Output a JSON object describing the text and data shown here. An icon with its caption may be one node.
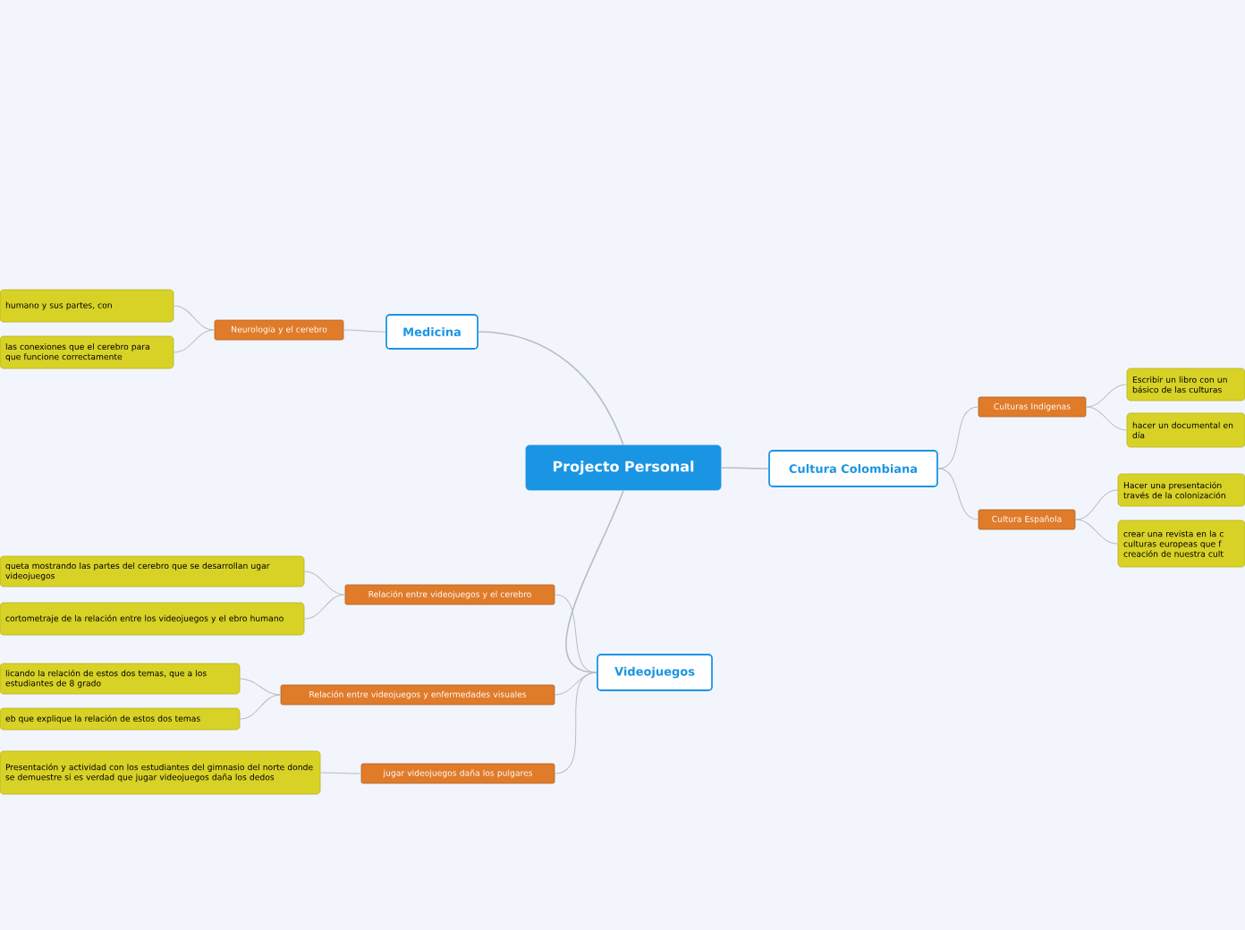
{
  "diagram": {
    "nodes": [
      {
        "text": [
          "Projecto Personal"
        ]
      },
      {
        "text": [
          "Medicina"
        ]
      },
      {
        "text": [
          "Cultura Colombiana"
        ]
      },
      {
        "text": [
          "Videojuegos"
        ]
      },
      {
        "text": [
          "Neurologia y el cerebro"
        ]
      },
      {
        "text": [
          "humano y sus partes, con"
        ]
      },
      {
        "text": [
          "las conexiones que el cerebro para que funcione correctamente"
        ]
      },
      {
        "text": [
          "Culturas Indígenas"
        ]
      },
      {
        "text": [
          "Escribir un libro con un básico de las culturas"
        ]
      },
      {
        "text": [
          "hacer un documental en día"
        ]
      },
      {
        "text": [
          "Cultura Española"
        ]
      },
      {
        "text": [
          "Hacer una presentación través de la colonización"
        ]
      },
      {
        "text": [
          "crear una revista en la c culturas europeas que f creación de nuestra cult"
        ]
      },
      {
        "text": [
          "Relación entre videojuegos y el cerebro"
        ]
      },
      {
        "text": [
          "queta mostrando las partes del cerebro que se desarrollan ugar videojuegos"
        ]
      },
      {
        "text": [
          "cortometraje de la relación entre los videojuegos y el ebro humano"
        ]
      },
      {
        "text": [
          "Relación entre videojuegos y enfermedades visuales"
        ]
      },
      {
        "text": [
          "licando la relación de estos dos temas, que a los estudiantes de 8 grado"
        ]
      },
      {
        "text": [
          "eb que explique la relación de estos dos temas"
        ]
      },
      {
        "text": [
          "jugar videojuegos daña los pulgares"
        ]
      },
      {
        "text": [
          "Presentación y actividad con los estudiantes del gimnasio del norte donde se demuestre si es verdad que jugar videojuegos daña los dedos"
        ]
      }
    ],
    "edges": [
      {
        "from": 0,
        "to": 1,
        "arrow": "none"
      },
      {
        "from": 0,
        "to": 2,
        "arrow": "none"
      },
      {
        "from": 0,
        "to": 3,
        "arrow": "none"
      },
      {
        "from": 1,
        "to": 4,
        "arrow": "none"
      },
      {
        "from": 4,
        "to": 5,
        "arrow": "none"
      },
      {
        "from": 4,
        "to": 6,
        "arrow": "none"
      },
      {
        "from": 2,
        "to": 7,
        "arrow": "none"
      },
      {
        "from": 7,
        "to": 8,
        "arrow": "none"
      },
      {
        "from": 7,
        "to": 9,
        "arrow": "none"
      },
      {
        "from": 2,
        "to": 10,
        "arrow": "none"
      },
      {
        "from": 10,
        "to": 11,
        "arrow": "none"
      },
      {
        "from": 10,
        "to": 12,
        "arrow": "none"
      },
      {
        "from": 3,
        "to": 13,
        "arrow": "none"
      },
      {
        "from": 13,
        "to": 14,
        "arrow": "none"
      },
      {
        "from": 13,
        "to": 15,
        "arrow": "none"
      },
      {
        "from": 3,
        "to": 16,
        "arrow": "none"
      },
      {
        "from": 16,
        "to": 17,
        "arrow": "none"
      },
      {
        "from": 16,
        "to": 18,
        "arrow": "none"
      },
      {
        "from": 3,
        "to": 19,
        "arrow": "none"
      },
      {
        "from": 19,
        "to": 20,
        "arrow": "none"
      }
    ]
  }
}
